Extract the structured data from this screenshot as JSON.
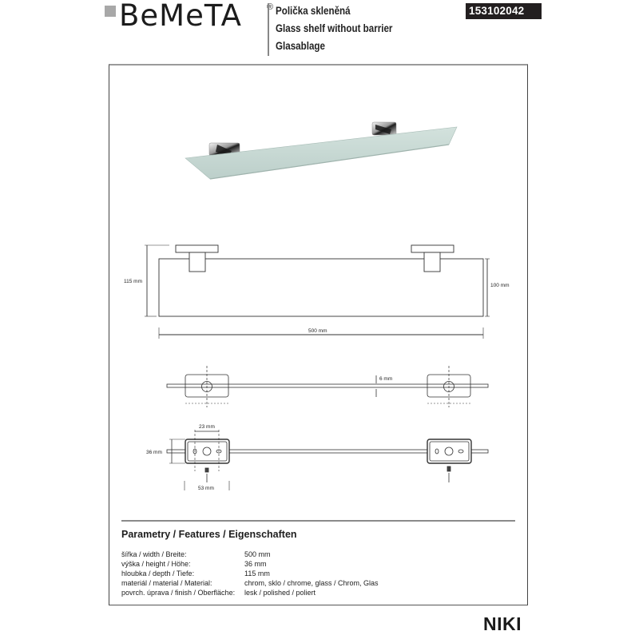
{
  "header": {
    "brand": "BEMETA",
    "brand_display": "BeMeTA",
    "registered_mark": "®",
    "titles": [
      "Polička skleněná",
      "Glass shelf without barrier",
      "Glasablage"
    ],
    "product_code": "153102042"
  },
  "drawing": {
    "product_photo": "glass-shelf-photo",
    "front_view": {
      "height_total": "115 mm",
      "height_shelf": "100 mm",
      "width": "500 mm"
    },
    "side_view": {
      "thickness": "6 mm"
    },
    "top_view": {
      "bracket_height": "36 mm",
      "hole_spacing": "23 mm",
      "bracket_width": "53 mm"
    }
  },
  "features": {
    "title": "Parametry / Features / Eigenschaften",
    "rows": [
      {
        "label": "šířka / width / Breite:",
        "value": "500 mm"
      },
      {
        "label": "výška / height / Höhe:",
        "value": "36 mm"
      },
      {
        "label": "hloubka / depth / Tiefe:",
        "value": "115 mm"
      },
      {
        "label": "materiál / material / Material:",
        "value": "chrom, sklo / chrome, glass / Chrom, Glas"
      },
      {
        "label": "povrch. úprava / finish / Oberfläche:",
        "value": "lesk / polished / poliert"
      }
    ]
  },
  "series": "NIKI",
  "colors": {
    "badge_bg": "#231f20",
    "logo_square": "#a8a8a8",
    "glass": "#c9dcd6"
  }
}
